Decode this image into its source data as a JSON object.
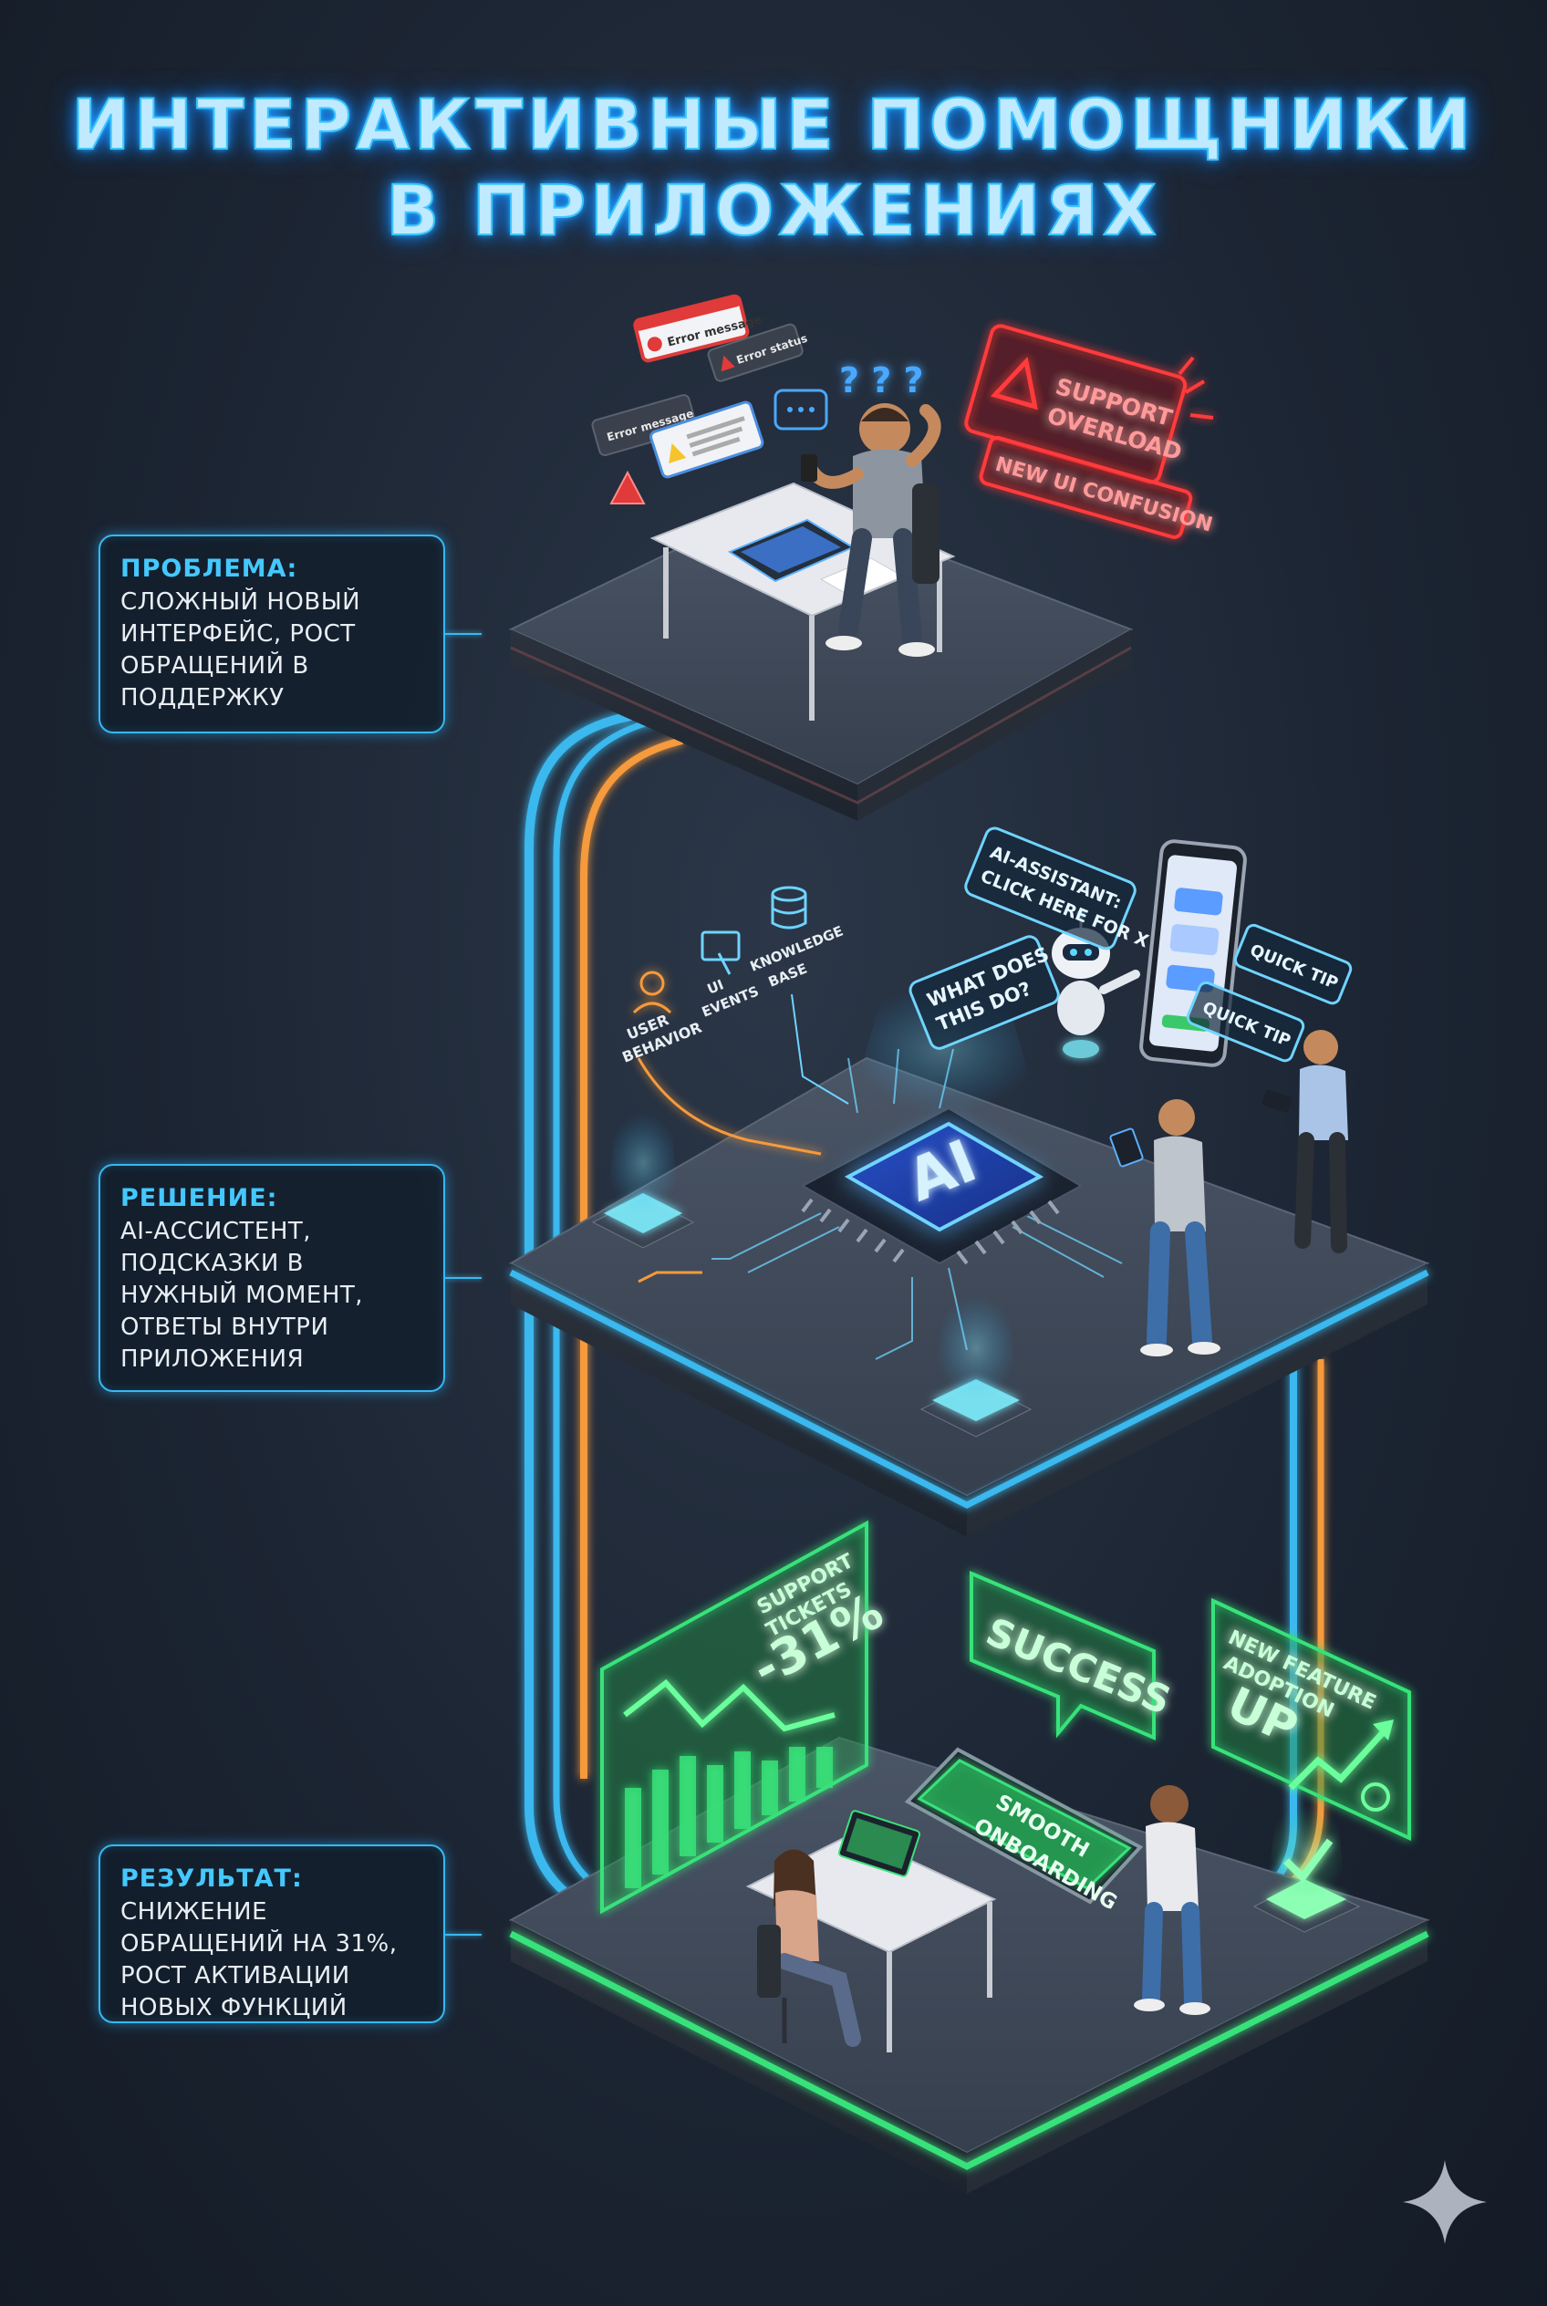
{
  "title": {
    "line1": "ИНТЕРАКТИВНЫЕ ПОМОЩНИКИ",
    "line2": "В ПРИЛОЖЕНИЯХ"
  },
  "panels": {
    "problem": {
      "heading": "ПРОБЛЕМА:",
      "body": "СЛОЖНЫЙ НОВЫЙ ИНТЕРФЕЙС, РОСТ ОБРАЩЕНИЙ В ПОДДЕРЖКУ"
    },
    "solution": {
      "heading": "РЕШЕНИЕ:",
      "body": "AI-АССИСТЕНТ, ПОДСКАЗКИ В НУЖНЫЙ МОМЕНТ, ОТВЕТЫ ВНУТРИ ПРИЛОЖЕНИЯ"
    },
    "result": {
      "heading": "РЕЗУЛЬТАТ:",
      "body": "СНИЖЕНИЕ ОБРАЩЕНИЙ НА 31%, РОСТ АКТИВАЦИИ НОВЫХ ФУНКЦИЙ"
    }
  },
  "problem_scene": {
    "error_popup_1": "Error message",
    "error_popup_2": "Error status",
    "error_popup_3": "Error message",
    "question_marks": "? ? ?",
    "support_sign_line1": "SUPPORT",
    "support_sign_line2": "OVERLOAD",
    "confusion_sign": "NEW UI CONFUSION"
  },
  "solution_scene": {
    "chip_label": "AI",
    "input_user_behavior_1": "USER",
    "input_user_behavior_2": "BEHAVIOR",
    "input_ui_events_1": "UI",
    "input_ui_events_2": "EVENTS",
    "input_knowledge_1": "KNOWLEDGE",
    "input_knowledge_2": "BASE",
    "question_bubble_1": "WHAT DOES",
    "question_bubble_2": "THIS DO?",
    "assistant_bubble_1": "AI-ASSISTANT:",
    "assistant_bubble_2": "CLICK HERE FOR X",
    "quick_tip_1": "QUICK TIP",
    "quick_tip_2": "QUICK TIP"
  },
  "result_scene": {
    "tickets_line1": "SUPPORT",
    "tickets_line2": "TICKETS",
    "tickets_value": "-31%",
    "success_bubble": "SUCCESS",
    "onboarding_line1": "SMOOTH",
    "onboarding_line2": "ONBOARDING",
    "adoption_line1": "NEW FEATURE",
    "adoption_line2": "ADOPTION",
    "adoption_value": "UP"
  },
  "colors": {
    "background": "#1c2533",
    "neon_blue": "#3ab8ee",
    "neon_orange": "#f59a3c",
    "neon_green": "#39e27a",
    "alert_red": "#ff3b3b",
    "text_light": "#e8eef4"
  },
  "icons": [
    "warning-icon",
    "chat-icon",
    "user-icon",
    "ui-events-icon",
    "database-icon",
    "robot-icon",
    "smartphone-icon",
    "bar-chart-icon",
    "trend-up-icon",
    "checkmark-icon",
    "sparkle-icon"
  ]
}
